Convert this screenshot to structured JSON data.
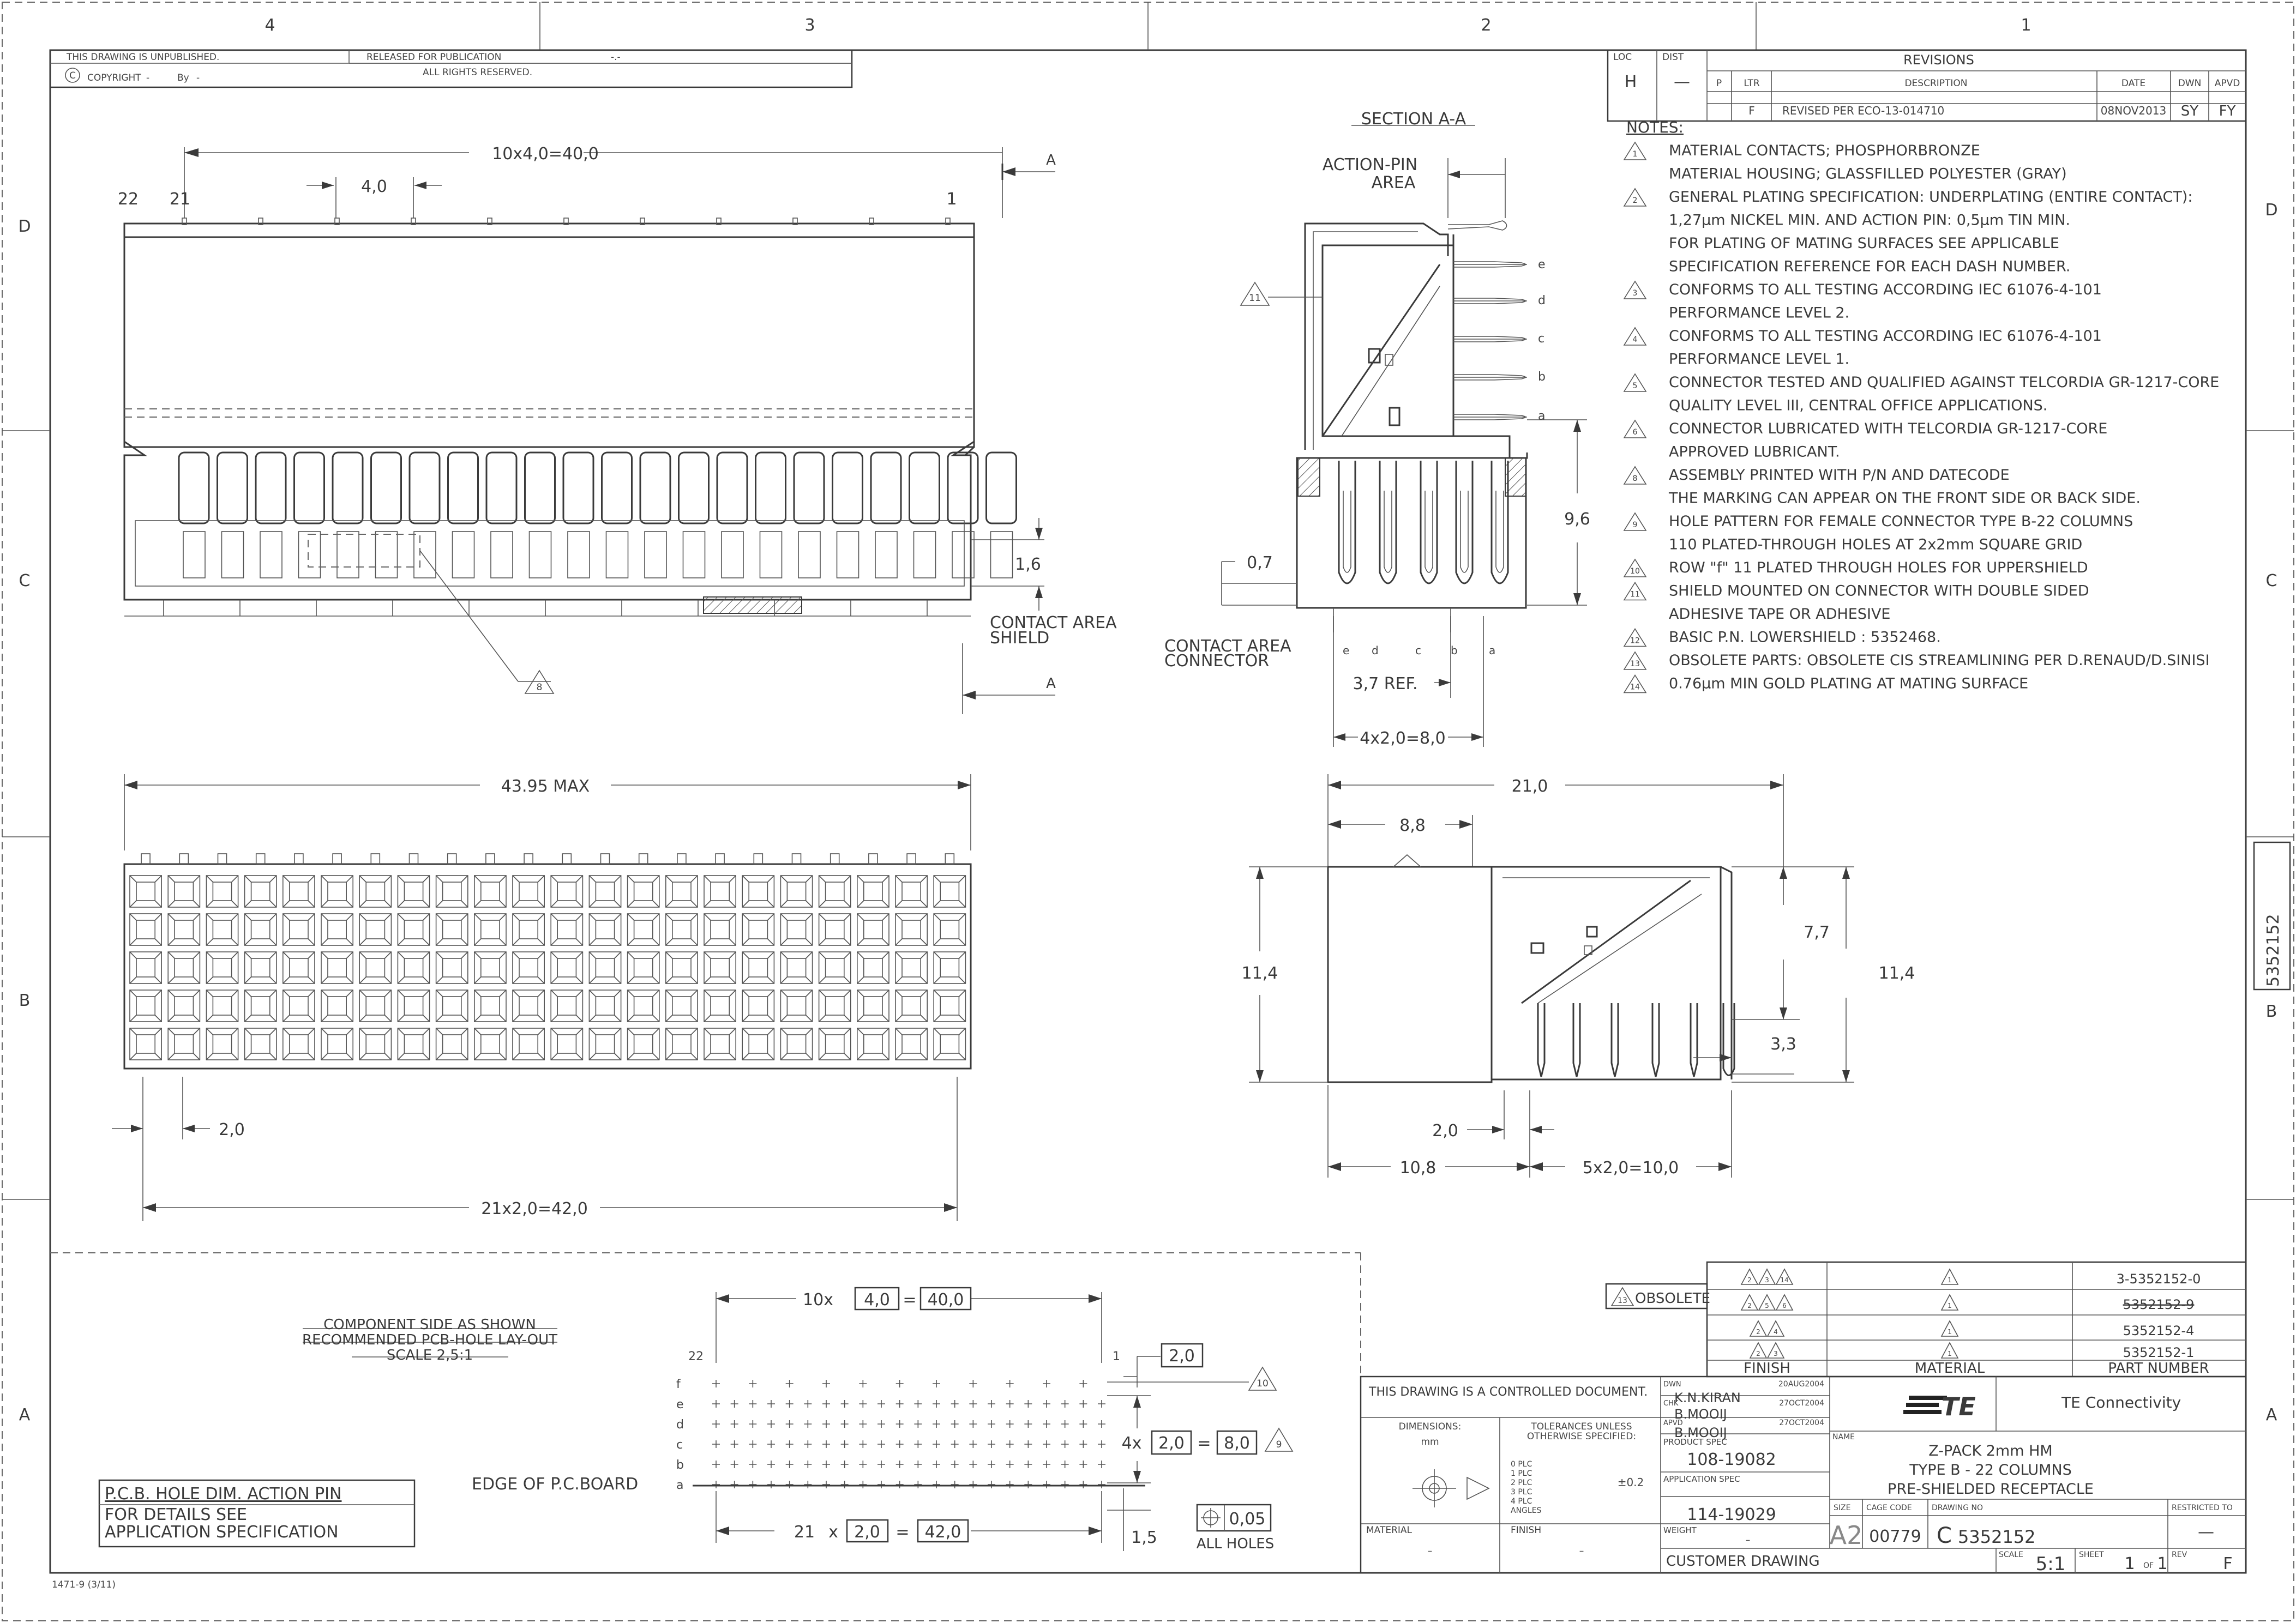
{
  "border": {
    "col_zones": [
      "4",
      "3",
      "2",
      "1"
    ],
    "row_zones": [
      "D",
      "C",
      "B",
      "A"
    ]
  },
  "header": {
    "unpublished": "THIS DRAWING IS UNPUBLISHED.",
    "released": "RELEASED FOR PUBLICATION",
    "copyright": "COPYRIGHT",
    "by": "By",
    "rights": "ALL RIGHTS RESERVED.",
    "dash1": "-",
    "dash2": "-",
    "release_mark": "-.-"
  },
  "revisions": {
    "loc_label": "LOC",
    "loc": "H",
    "dist_label": "DIST",
    "dist": "—",
    "title": "REVISIONS",
    "col_p": "P",
    "col_ltr": "LTR",
    "col_desc": "DESCRIPTION",
    "col_date": "DATE",
    "col_dwn": "DWN",
    "col_apvd": "APVD",
    "row": {
      "ltr": "F",
      "desc": "REVISED PER ECO-13-014710",
      "date": "08NOV2013",
      "dwn": "SY",
      "apvd": "FY"
    }
  },
  "notes": {
    "title": "NOTES:",
    "items": [
      {
        "mark": "1",
        "text": "MATERIAL CONTACTS; PHOSPHORBRONZE"
      },
      {
        "mark": "",
        "text": "MATERIAL HOUSING; GLASSFILLED POLYESTER (GRAY)"
      },
      {
        "mark": "2",
        "text": "GENERAL PLATING SPECIFICATION: UNDERPLATING (ENTIRE CONTACT):"
      },
      {
        "mark": "",
        "text": "1,27μm NICKEL MIN. AND ACTION PIN: 0,5μm TIN MIN."
      },
      {
        "mark": "",
        "text": "FOR PLATING OF MATING SURFACES SEE APPLICABLE"
      },
      {
        "mark": "",
        "text": "SPECIFICATION REFERENCE FOR EACH DASH NUMBER."
      },
      {
        "mark": "3",
        "text": "CONFORMS TO ALL TESTING ACCORDING IEC 61076-4-101"
      },
      {
        "mark": "",
        "text": "PERFORMANCE LEVEL 2."
      },
      {
        "mark": "4",
        "text": "CONFORMS TO ALL TESTING ACCORDING IEC 61076-4-101"
      },
      {
        "mark": "",
        "text": "PERFORMANCE LEVEL 1."
      },
      {
        "mark": "5",
        "text": "CONNECTOR TESTED AND QUALIFIED AGAINST TELCORDIA GR-1217-CORE"
      },
      {
        "mark": "",
        "text": "QUALITY LEVEL III, CENTRAL OFFICE APPLICATIONS."
      },
      {
        "mark": "6",
        "text": "CONNECTOR LUBRICATED WITH TELCORDIA GR-1217-CORE"
      },
      {
        "mark": "",
        "text": "APPROVED LUBRICANT."
      },
      {
        "mark": "8",
        "text": "ASSEMBLY PRINTED WITH P/N AND DATECODE"
      },
      {
        "mark": "",
        "text": "THE MARKING CAN APPEAR ON THE FRONT SIDE OR BACK SIDE."
      },
      {
        "mark": "9",
        "text": "HOLE PATTERN FOR FEMALE CONNECTOR TYPE B-22 COLUMNS"
      },
      {
        "mark": "",
        "text": "110 PLATED-THROUGH HOLES AT 2x2mm SQUARE GRID"
      },
      {
        "mark": "10",
        "text": "ROW \"f\" 11 PLATED THROUGH HOLES FOR UPPERSHIELD"
      },
      {
        "mark": "11",
        "text": "SHIELD MOUNTED ON CONNECTOR WITH DOUBLE SIDED"
      },
      {
        "mark": "",
        "text": "ADHESIVE TAPE OR ADHESIVE"
      },
      {
        "mark": "12",
        "text": "BASIC P.N. LOWERSHIELD : 5352468."
      },
      {
        "mark": "13",
        "text": "OBSOLETE PARTS: OBSOLETE CIS STREAMLINING PER D.RENAUD/D.SINISI"
      },
      {
        "mark": "14",
        "text": "0.76μm MIN GOLD PLATING AT MATING SURFACE"
      }
    ]
  },
  "top_view": {
    "dim_pitch_total": "10x4,0=40,0",
    "dim_pitch": "4,0",
    "col_22": "22",
    "col_21": "21",
    "col_1": "1",
    "section_mark": "A",
    "dim_16": "1,6",
    "contact_area_shield_1": "CONTACT AREA",
    "contact_area_shield_2": "SHIELD",
    "callout": "8"
  },
  "section_aa": {
    "title": "SECTION A-A",
    "action_pin_1": "ACTION-PIN",
    "action_pin_2": "AREA",
    "rows": [
      "e",
      "d",
      "c",
      "b",
      "a"
    ],
    "callout": "11",
    "dim_96": "9,6",
    "dim_07": "0,7",
    "contact_conn_1": "CONTACT AREA",
    "contact_conn_2": "CONNECTOR",
    "dim_ref": "3,7 REF.",
    "dim_pitch": "4x2,0=8,0",
    "bottom_rows": [
      "e",
      "d",
      "c",
      "b",
      "a"
    ]
  },
  "front_view": {
    "dim_max": "43.95 MAX",
    "dim_20": "2,0",
    "dim_total": "21x2,0=42,0"
  },
  "side_view": {
    "dim_21": "21,0",
    "dim_88": "8,8",
    "dim_77": "7,7",
    "dim_114_left": "11,4",
    "dim_114_right": "11,4",
    "dim_33": "3,3",
    "dim_20": "2,0",
    "dim_108": "10,8",
    "dim_5x": "5x2,0=10,0"
  },
  "pcb_layout": {
    "title_1": "COMPONENT SIDE AS SHOWN",
    "title_2": "RECOMMENDED PCB-HOLE LAY-OUT",
    "title_3": "SCALE 2,5:1",
    "dim_top_prefix": "10x",
    "dim_top_a": "4,0",
    "dim_top_eq": "=",
    "dim_top_b": "40,0",
    "col_22": "22",
    "col_1": "1",
    "dim_20_box": "2,0",
    "callout_10": "10",
    "rows": [
      "f",
      "e",
      "d",
      "c",
      "b",
      "a"
    ],
    "dim_4x": "4x",
    "dim_4x_a": "2,0",
    "dim_4x_eq": "=",
    "dim_4x_b": "8,0",
    "callout_9": "9",
    "edge_label": "EDGE OF P.C.BOARD",
    "tol": "0,05",
    "all_holes": "ALL HOLES",
    "dim_15": "1,5",
    "dim_21x": "21",
    "dim_21x_x": "x",
    "dim_21x_a": "2,0",
    "dim_21x_eq": "=",
    "dim_21x_b": "42,0",
    "pcb_note_1": "P.C.B. HOLE DIM. ACTION PIN",
    "pcb_note_2": "FOR DETAILS SEE",
    "pcb_note_3": "APPLICATION SPECIFICATION"
  },
  "part_table": {
    "obsolete_mark": "13",
    "obsolete": "OBSOLETE",
    "rows": [
      {
        "finish": "2 3 14",
        "material": "1",
        "part": "3-5352152-0",
        "strike": false
      },
      {
        "finish": "2 5 6",
        "material": "1",
        "part": "5352152-9",
        "strike": true
      },
      {
        "finish": "2 4",
        "material": "1",
        "part": "5352152-4",
        "strike": false
      },
      {
        "finish": "2 3",
        "material": "1",
        "part": "5352152-1",
        "strike": false
      }
    ],
    "h_finish": "FINISH",
    "h_material": "MATERIAL",
    "h_part": "PART NUMBER"
  },
  "title_block": {
    "controlled": "THIS DRAWING IS A CONTROLLED DOCUMENT.",
    "dimensions": "DIMENSIONS:",
    "mm": "mm",
    "tolerances_1": "TOLERANCES UNLESS",
    "tolerances_2": "OTHERWISE SPECIFIED:",
    "plc": [
      "0 PLC",
      "1 PLC",
      "2 PLC",
      "3 PLC",
      "4 PLC",
      "ANGLES"
    ],
    "tol_value": "±0.2",
    "material": "MATERIAL",
    "material_val": "–",
    "finish": "FINISH",
    "finish_val": "–",
    "dwn_label": "DWN",
    "dwn": "K.N.KIRAN",
    "dwn_date": "20AUG2004",
    "chk_label": "CHK",
    "chk": "B.MOOIJ",
    "chk_date": "27OCT2004",
    "apvd_label": "APVD",
    "apvd": "B.MOOIJ",
    "apvd_date": "27OCT2004",
    "product_spec_label": "PRODUCT SPEC",
    "product_spec": "108-19082",
    "app_spec_label": "APPLICATION SPEC",
    "app_spec": "114-19029",
    "weight_label": "WEIGHT",
    "weight": "–",
    "customer": "CUSTOMER DRAWING",
    "company": "TE Connectivity",
    "logo": "TE",
    "name_label": "NAME",
    "name_1": "Z-PACK 2mm HM",
    "name_2": "TYPE B - 22 COLUMNS",
    "name_3": "PRE-SHIELDED RECEPTACLE",
    "size_label": "SIZE",
    "size": "A2",
    "cage_label": "CAGE CODE",
    "cage": "00779",
    "dwg_label": "DRAWING NO",
    "dwg_prefix": "C",
    "dwg": "5352152",
    "restricted_label": "RESTRICTED TO",
    "restricted": "—",
    "scale_label": "SCALE",
    "scale": "5:1",
    "sheet_label": "SHEET",
    "sheet": "1",
    "of": "OF",
    "sheet_total": "1",
    "rev_label": "REV",
    "rev": "F"
  },
  "side_tag": "5352152",
  "form_no": "1471-9  (3/11)"
}
